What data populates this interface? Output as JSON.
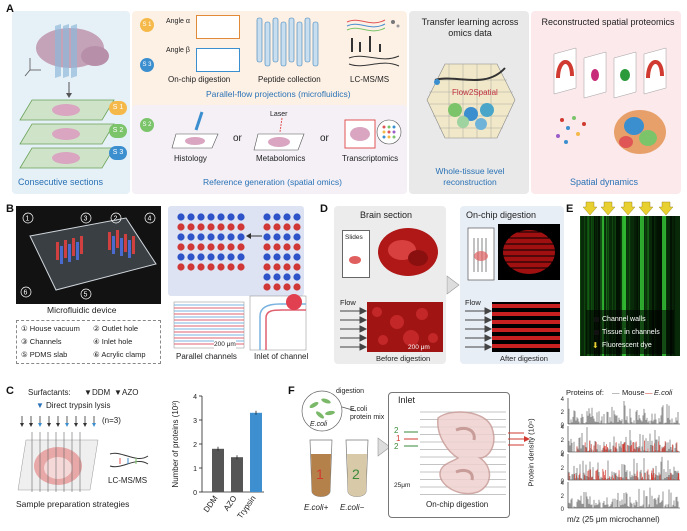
{
  "panelA": {
    "label": "A",
    "s1_badge": "S 1",
    "s2_badge": "S 2",
    "s3_badge": "S 3",
    "angle_a": "Angle α",
    "angle_b": "Angle β",
    "onchip": "On-chip digestion",
    "peptide": "Peptide collection",
    "lcms": "LC-MS/MS",
    "parallel_flow": "Parallel-flow projections (microfluidics)",
    "histology": "Histology",
    "or1": "or",
    "laser": "Laser",
    "metabolomics": "Metabolomics",
    "or2": "or",
    "transcriptomics": "Transcriptomics",
    "reference_gen": "Reference generation (spatial omics)",
    "consecutive": "Consecutive sections",
    "transfer_title": "Transfer learning across omics data",
    "flow2spatial": "Flow2Spatial",
    "whole_tissue": "Whole-tissue level reconstruction",
    "reconstructed": "Reconstructed spatial proteomics",
    "spatial_dynamics": "Spatial dynamics"
  },
  "panelB": {
    "label": "B",
    "device_title": "Microfluidic device",
    "legend": [
      "① House vacuum",
      "② Outlet hole",
      "③ Channels",
      "④ Inlet hole",
      "⑤ PDMS slab",
      "⑥ Acrylic clamp"
    ],
    "scale": "200 μm",
    "parallel": "Parallel channels",
    "inlet": "Inlet of channel"
  },
  "panelC": {
    "label": "C",
    "surfactants": "Surfactants:",
    "ddm": "DDM",
    "azo": "AZO",
    "direct": "Direct trypsin lysis",
    "n3": "(n=3)",
    "lcms": "LC-MS/MS",
    "strategies": "Sample preparation strategies",
    "ylabel": "Number of proteins (10³)"
  },
  "panelD": {
    "label": "D",
    "brain": "Brain section",
    "onchip": "On-chip digestion",
    "slides": "Slides",
    "flow1": "Flow",
    "flow2": "Flow",
    "scale": "200 μm",
    "before": "Before digestion",
    "after": "After digestion"
  },
  "panelE": {
    "label": "E",
    "legend": [
      "Channel walls",
      "Tissue in channels",
      "Fluorescent dye"
    ]
  },
  "panelF": {
    "label": "F",
    "digestion": "digestion",
    "ecoli": "E.coli",
    "mix": "E.coli protein mix",
    "tube1": "1",
    "tube2": "2",
    "ecoli_plus": "E.coli+",
    "ecoli_minus": "E.coli−",
    "inlet": "Inlet",
    "ch2a": "2",
    "ch1": "1",
    "ch2b": "2",
    "um25": "25μm",
    "onchip": "On-chip digestion",
    "proteins_of": "Proteins of:",
    "mouse": "Mouse",
    "ecoli_legend": "E.coli",
    "ylabel": "Protein density (10⁵)",
    "xlabel": "m/z (25 μm microchannel)",
    "ticks": [
      "4",
      "2",
      "0",
      "4",
      "2",
      "0",
      "4",
      "2",
      "0",
      "4",
      "2",
      "0"
    ]
  },
  "chart_data": {
    "type": "bar",
    "categories": [
      "DDM",
      "AZO",
      "Trypsin"
    ],
    "values": [
      1.8,
      1.45,
      3.3
    ],
    "ylabel": "Number of proteins (10³)",
    "ylim": [
      0,
      4
    ],
    "yticks": [
      "0",
      "1",
      "2",
      "3",
      "4"
    ],
    "colors": [
      "#555555",
      "#555555",
      "#3d8fd0"
    ]
  }
}
